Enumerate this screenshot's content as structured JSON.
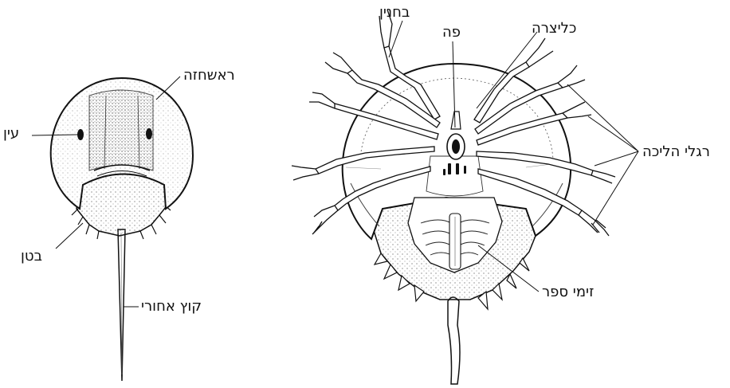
{
  "labels": {
    "carapace": "ראשחזה",
    "eye": "עין",
    "abdomen": "בטן",
    "telson": "קוץ אחורי",
    "chelicera": "בחנין",
    "mouth": "פה",
    "pedipalp": "כליצרה",
    "walking_legs": "רגלי הליכה",
    "book_gills": "זימי ספר"
  },
  "views": {
    "dorsal": "dorsal-view",
    "ventral": "ventral-view"
  },
  "colors": {
    "ink": "#111111",
    "stipple": "#555555",
    "paper": "#ffffff"
  }
}
